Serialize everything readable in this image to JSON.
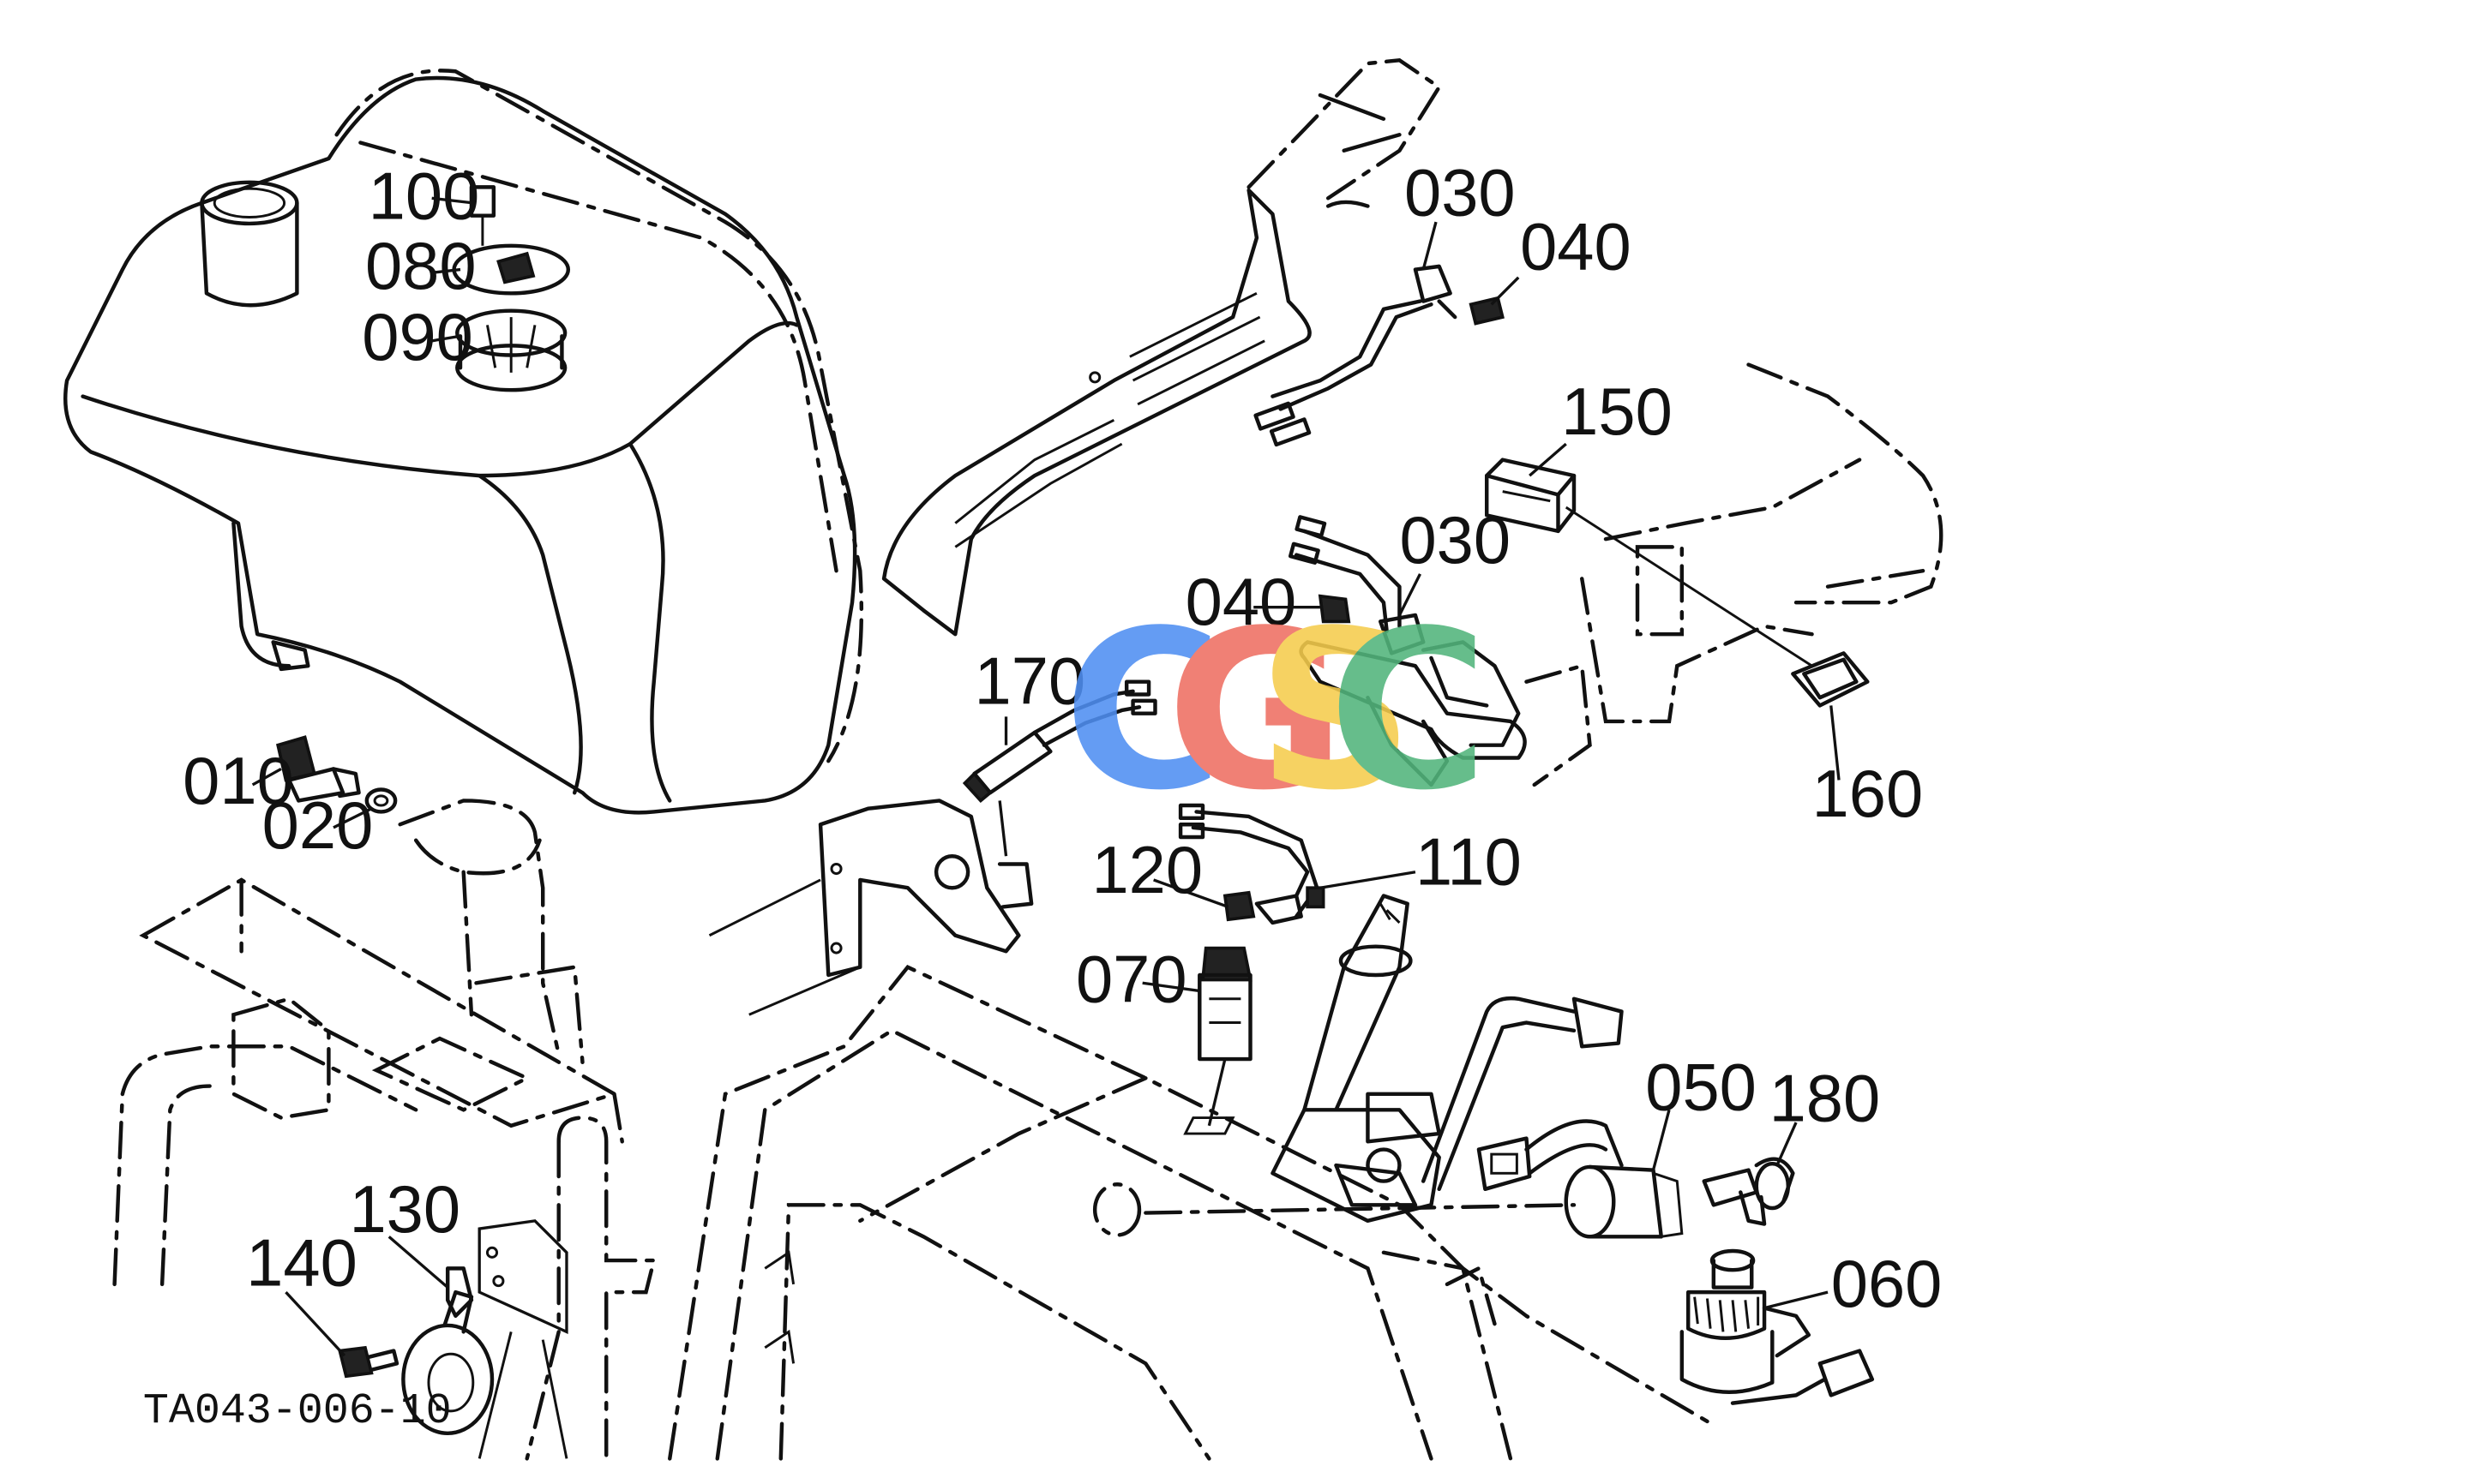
{
  "drawing_ref": "TA043-006-10",
  "watermark": {
    "text": "CGSC",
    "letters": [
      {
        "char": "C",
        "color": "#4f8ff2"
      },
      {
        "char": "G",
        "color": "#ee6f62"
      },
      {
        "char": "S",
        "color": "#f5cc4d"
      },
      {
        "char": "C",
        "color": "#52b57c"
      }
    ]
  },
  "parts": [
    {
      "id": "p100",
      "label": "100"
    },
    {
      "id": "p080",
      "label": "080"
    },
    {
      "id": "p090",
      "label": "090"
    },
    {
      "id": "p030a",
      "label": "030"
    },
    {
      "id": "p040a",
      "label": "040"
    },
    {
      "id": "p150",
      "label": "150"
    },
    {
      "id": "p030b",
      "label": "030"
    },
    {
      "id": "p040b",
      "label": "040"
    },
    {
      "id": "p170",
      "label": "170"
    },
    {
      "id": "p160",
      "label": "160"
    },
    {
      "id": "p010",
      "label": "010"
    },
    {
      "id": "p020",
      "label": "020"
    },
    {
      "id": "p120",
      "label": "120"
    },
    {
      "id": "p110",
      "label": "110"
    },
    {
      "id": "p070",
      "label": "070"
    },
    {
      "id": "p050",
      "label": "050"
    },
    {
      "id": "p180",
      "label": "180"
    },
    {
      "id": "p060",
      "label": "060"
    },
    {
      "id": "p130",
      "label": "130"
    },
    {
      "id": "p140",
      "label": "140"
    }
  ]
}
